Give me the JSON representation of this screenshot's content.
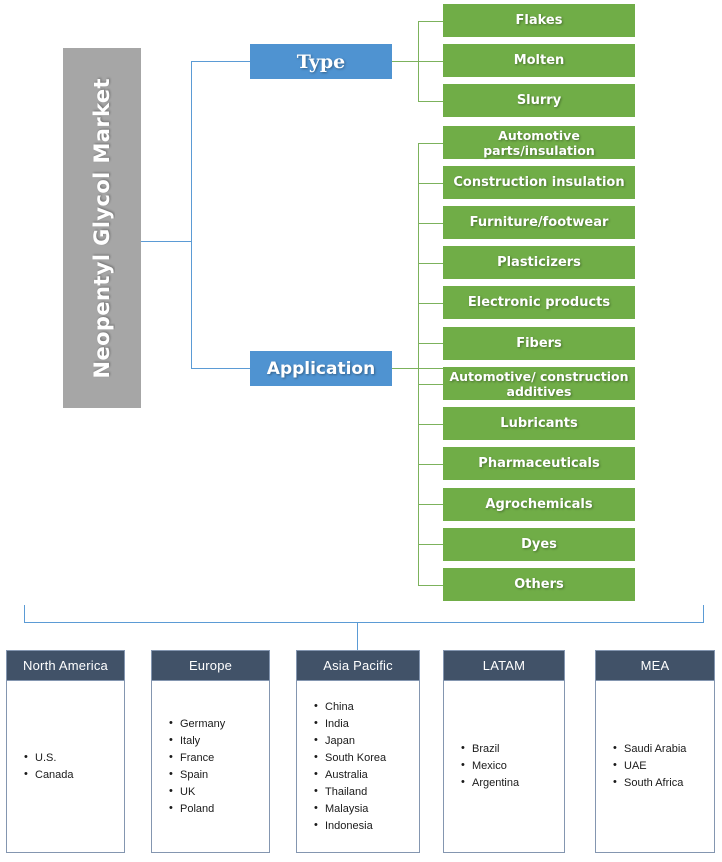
{
  "root": {
    "label": "Neopentyl Glycol Market",
    "color": "#a6a6a6"
  },
  "segments": [
    {
      "key": "type",
      "label": "Type",
      "color": "#4f93d1",
      "items": [
        {
          "label": "Flakes"
        },
        {
          "label": "Molten"
        },
        {
          "label": "Slurry"
        }
      ]
    },
    {
      "key": "application",
      "label": "Application",
      "color": "#4f93d1",
      "items": [
        {
          "label": "Automotive parts/insulation"
        },
        {
          "label": "Construction insulation"
        },
        {
          "label": "Furniture/footwear"
        },
        {
          "label": "Plasticizers"
        },
        {
          "label": "Electronic products"
        },
        {
          "label": "Fibers"
        },
        {
          "label": "Automotive/ construction additives"
        },
        {
          "label": "Lubricants"
        },
        {
          "label": "Pharmaceuticals"
        },
        {
          "label": "Agrochemicals"
        },
        {
          "label": "Dyes"
        },
        {
          "label": "Others"
        }
      ]
    }
  ],
  "leaf_color": "#70ad47",
  "regions": {
    "header_color": "#415268",
    "items": [
      {
        "name": "North America",
        "countries": [
          "U.S.",
          "Canada"
        ]
      },
      {
        "name": "Europe",
        "countries": [
          "Germany",
          "Italy",
          "France",
          "Spain",
          "UK",
          "Poland"
        ]
      },
      {
        "name": "Asia Pacific",
        "countries": [
          "China",
          "India",
          "Japan",
          "South Korea",
          "Australia",
          "Thailand",
          "Malaysia",
          "Indonesia"
        ]
      },
      {
        "name": "LATAM",
        "countries": [
          "Brazil",
          "Mexico",
          "Argentina"
        ]
      },
      {
        "name": "MEA",
        "countries": [
          "Saudi Arabia",
          "UAE",
          "South Africa"
        ]
      }
    ]
  },
  "connector_colors": {
    "blue": "#5b9bd5",
    "green": "#7cb25c"
  }
}
